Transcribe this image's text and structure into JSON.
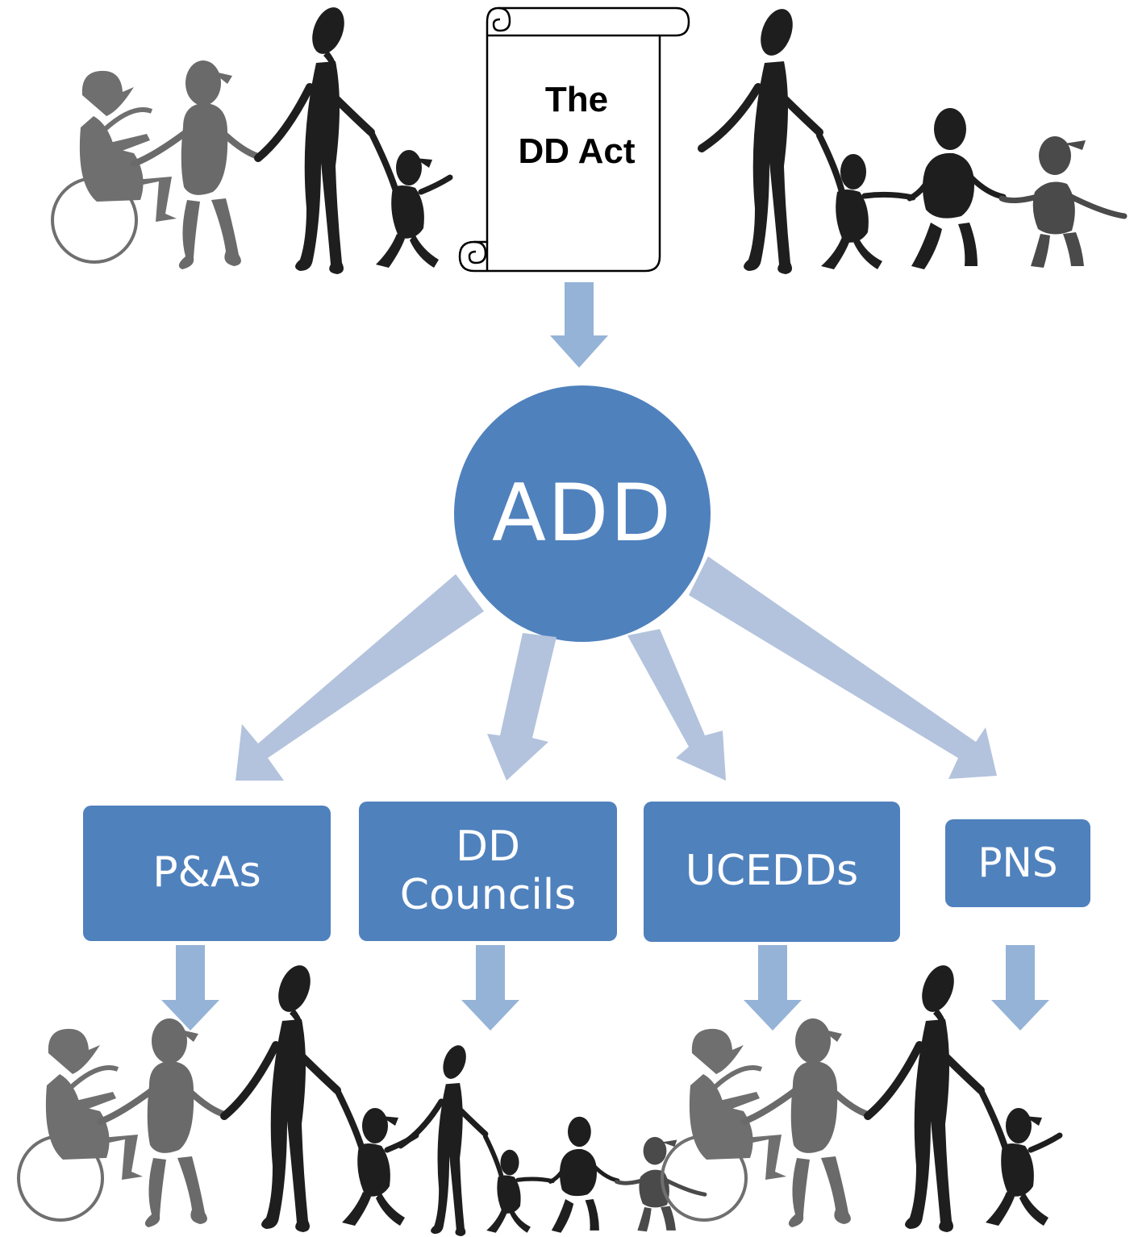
{
  "scroll": {
    "line1": "The",
    "line2": "DD Act"
  },
  "hub": {
    "label": "ADD"
  },
  "programs": [
    {
      "label_lines": [
        "P&As"
      ]
    },
    {
      "label_lines": [
        "DD",
        "Councils"
      ]
    },
    {
      "label_lines": [
        "UCEDDs"
      ]
    },
    {
      "label_lines": [
        "PNS"
      ]
    }
  ],
  "colors": {
    "hub": "#4f81bd",
    "box": "#4f81bd",
    "arrow_light": "#b3c3dd",
    "arrow_mid": "#95b3d7",
    "figures": [
      "#6f6f6f",
      "#4a4a4a",
      "#1e1e1e"
    ]
  },
  "icons": [
    "scroll-icon",
    "family-group-icon",
    "wheelchair-user-icon",
    "adult-figure-icon",
    "child-figure-icon"
  ]
}
